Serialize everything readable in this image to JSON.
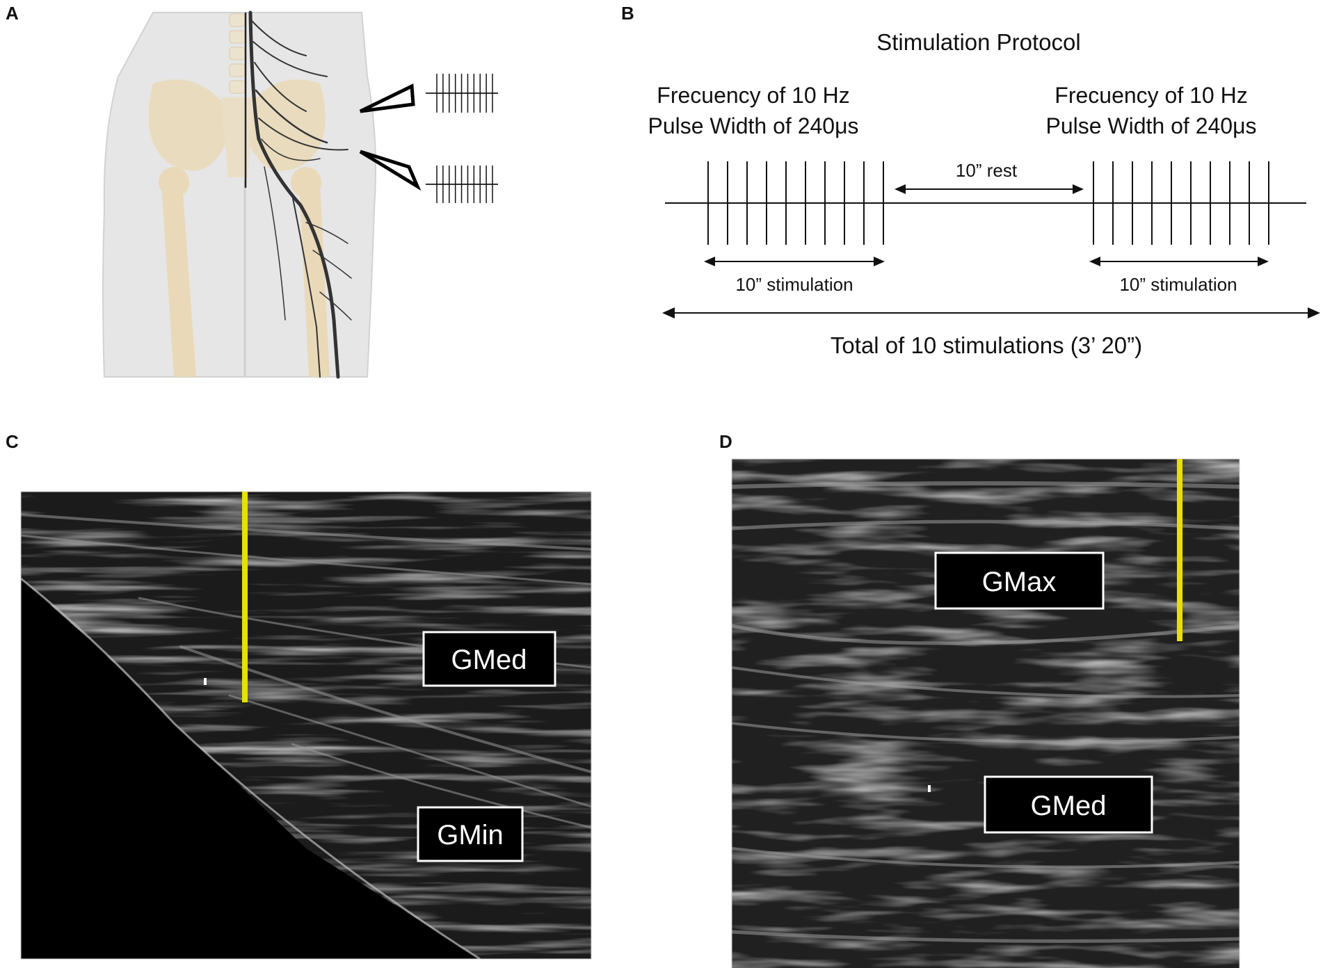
{
  "panels": {
    "a": {
      "letter": "A"
    },
    "b": {
      "letter": "B",
      "title": "Stimulation Protocol",
      "left_freq": "Frecuency of 10 Hz",
      "left_pw": "Pulse Width of 240μs",
      "right_freq": "Frecuency of 10 Hz",
      "right_pw": "Pulse Width of 240μs",
      "rest_label": "10” rest",
      "stim_label_left": "10” stimulation",
      "stim_label_right": "10” stimulation",
      "total_label": "Total of 10 stimulations (3’ 20”)",
      "pulses_per_train": 10
    },
    "c": {
      "letter": "C",
      "label_top": "GMed",
      "label_bottom": "GMin"
    },
    "d": {
      "letter": "D",
      "label_top": "GMax",
      "label_bottom": "GMed"
    }
  },
  "colors": {
    "needle": "#e8e000",
    "bone": "#e9d9b8",
    "body": "#e6e6e6",
    "nerve": "#333333",
    "ultrasound_bg": "#141414"
  }
}
